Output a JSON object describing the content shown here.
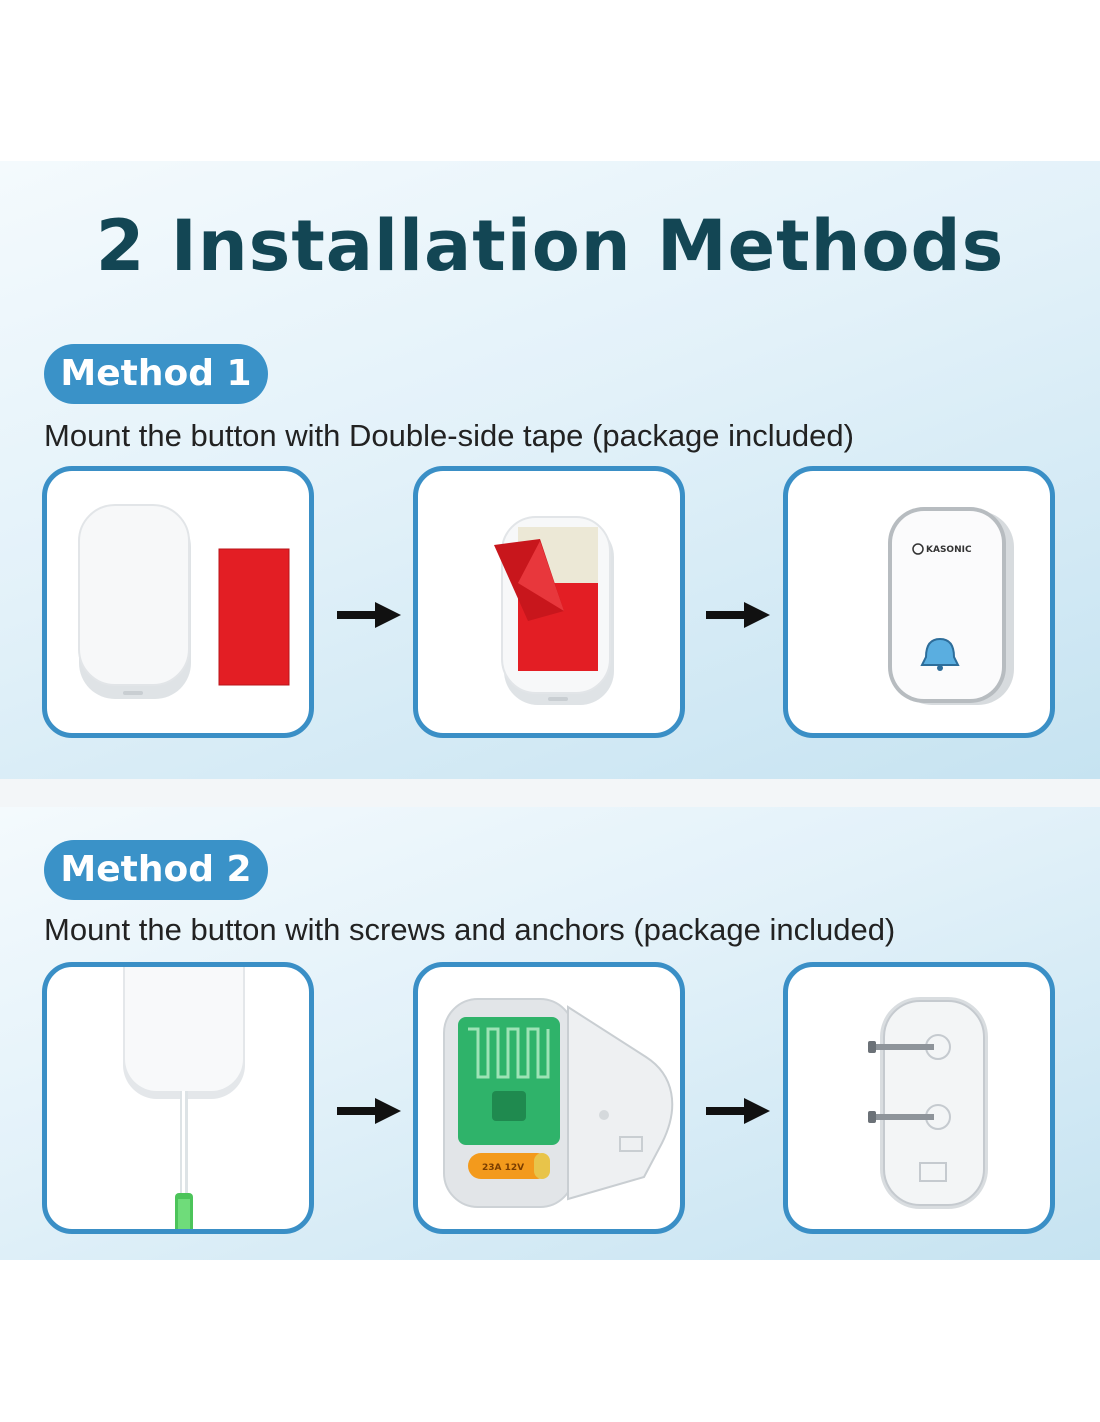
{
  "title": "2 Installation Methods",
  "methods": [
    {
      "label": "Method 1",
      "description": "Mount the button with Double-side tape (package included)",
      "steps": [
        "button-back-and-tape",
        "tape-applied-to-button",
        "mounted-doorbell-button"
      ]
    },
    {
      "label": "Method 2",
      "description": "Mount the button with screws and anchors (package included)",
      "steps": [
        "button-with-screwdriver",
        "opened-button-with-battery",
        "button-base-with-screws"
      ]
    }
  ],
  "product": {
    "brand": "KASONIC",
    "battery_text": "23A 12V"
  },
  "colors": {
    "title": "#134654",
    "accent": "#3a92c8",
    "card_border": "#3a8fc6",
    "tape_red": "#e31e24"
  }
}
